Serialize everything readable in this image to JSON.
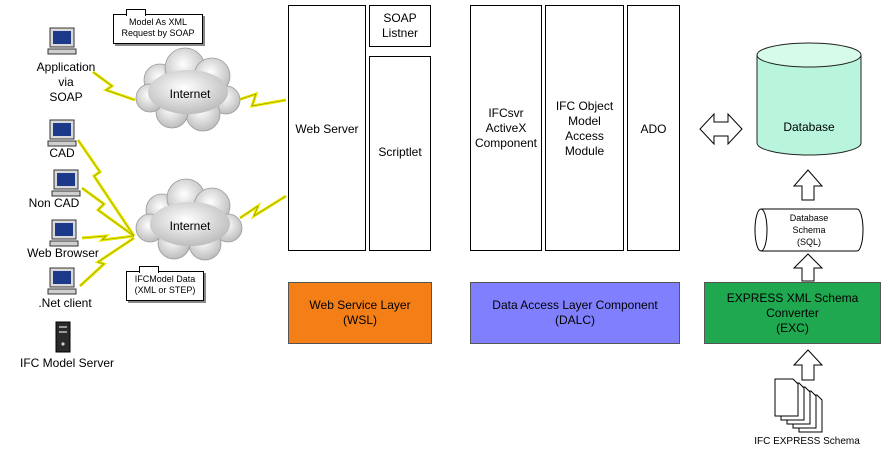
{
  "clients": [
    {
      "label": "Application\nvia\nSOAP",
      "icon": "computer-icon"
    },
    {
      "label": "CAD",
      "icon": "computer-icon"
    },
    {
      "label": "Non CAD",
      "icon": "computer-icon"
    },
    {
      "label": "Web Browser",
      "icon": "computer-icon"
    },
    {
      "label": ".Net client",
      "icon": "computer-icon"
    },
    {
      "label": "IFC Model Server",
      "icon": "server-tower-icon"
    }
  ],
  "notes": {
    "soap_request": "Model As XML\nRequest by SOAP",
    "model_data": "IFCModel Data\n(XML or STEP)"
  },
  "clouds": {
    "top": "Internet",
    "bottom": "Internet"
  },
  "web_server": {
    "main": "Web Server",
    "soap_listener": "SOAP\nListner",
    "scriptlet": "Scriptlet"
  },
  "data_access": {
    "ifcsvr": "IFCsvr\nActiveX\nComponent",
    "object_module": "IFC Object\nModel\nAccess\nModule",
    "ado": "ADO"
  },
  "layers": {
    "wsl": "Web Service Layer\n(WSL)",
    "dalc": "Data Access Layer Component\n(DALC)",
    "exc": "EXPRESS XML Schema\nConverter\n(EXC)"
  },
  "database": "Database",
  "database_schema": "Database\nSchema\n(SQL)",
  "express_schema": "IFC EXPRESS Schema",
  "colors": {
    "wsl": "#f57f17",
    "dalc": "#8080ff",
    "exc": "#1fa84f",
    "database": "#b8f5dc",
    "lightning": "#f2f200",
    "cloud": "#d8d8d8",
    "screen": "#1d3a8a"
  }
}
